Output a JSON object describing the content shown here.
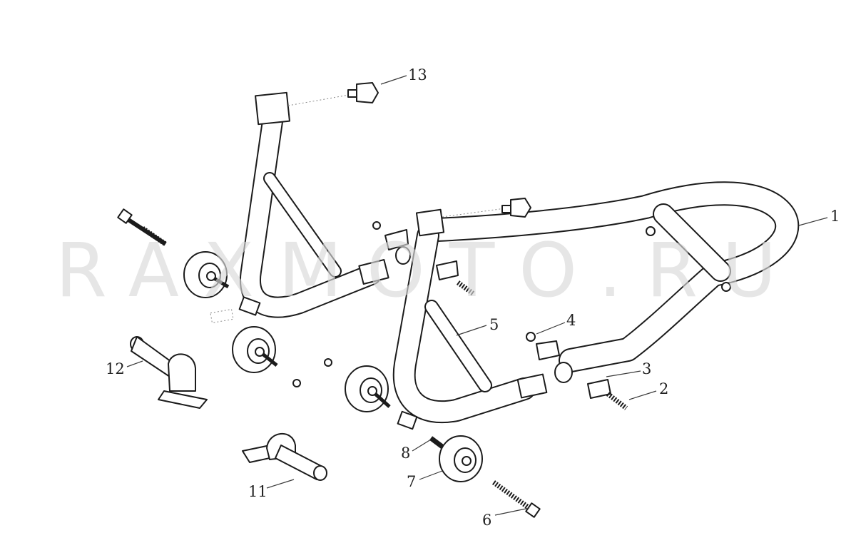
{
  "watermark": "RAXMOTO.RU",
  "callouts": {
    "c1": "1",
    "c2": "2",
    "c3": "3",
    "c4": "4",
    "c5": "5",
    "c6": "6",
    "c7": "7",
    "c8": "8",
    "c11": "11",
    "c12": "12",
    "c13": "13"
  },
  "colors": {
    "line": "#1b1b1b",
    "watermark": "#d9d9d9",
    "background": "#ffffff"
  }
}
